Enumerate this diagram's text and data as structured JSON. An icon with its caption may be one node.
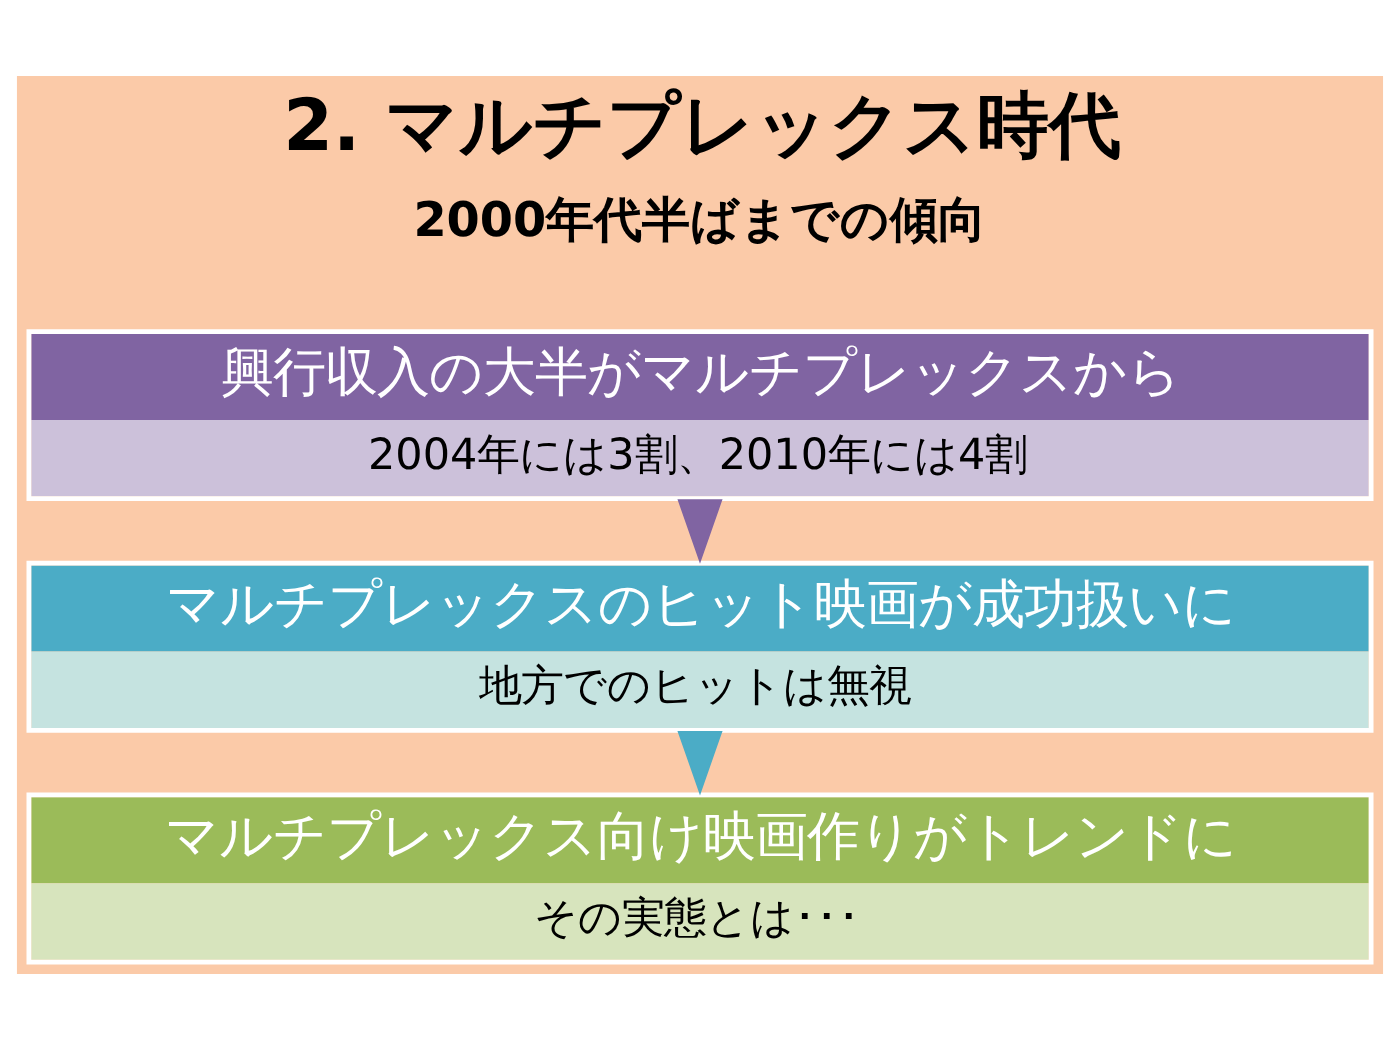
{
  "diagram": {
    "title": "2. マルチプレックス時代",
    "nodes": [
      {
        "text": [
          "興行収入の大半がマルチプレックスから",
          "2004年には3割、2010年には4割"
        ]
      },
      {
        "text": [
          "マルチプレックスのヒット映画が成功扱いに",
          "地方でのヒットは無視"
        ]
      },
      {
        "text": [
          "マルチプレックス向け映画作りがトレンドに",
          "その実態とは･･･"
        ]
      }
    ],
    "edges": [
      {
        "from": 0,
        "to": 1,
        "arrow": "to",
        "color": "#8064a2"
      },
      {
        "from": 1,
        "to": 2,
        "arrow": "to",
        "color": "#4bacc6"
      }
    ],
    "labels": [
      "2000年代半ばまでの傾向"
    ]
  }
}
